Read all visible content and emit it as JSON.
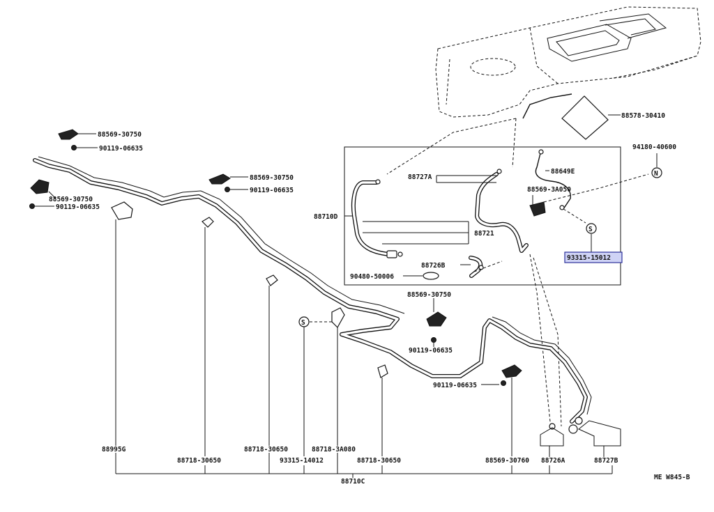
{
  "colors": {
    "line": "#111111",
    "highlight_fill": "#cfd3f5",
    "highlight_border": "#2a2f9a",
    "background": "#ffffff"
  },
  "labels": {
    "p88569_30750_a": "88569-30750",
    "p90119_06635_a": "90119-06635",
    "p88569_30750_b": "88569-30750",
    "p90119_06635_b": "90119-06635",
    "p88569_30750_c": "88569-30750",
    "p90119_06635_c": "90119-06635",
    "p88578_30410": "88578-30410",
    "p94180_40600": "94180-40600",
    "p88727A": "88727A",
    "p88649E": "88649E",
    "p88569_3A050": "88569-3A050",
    "p88710D": "88710D",
    "p88721": "88721",
    "p93315_15012": "93315-15012",
    "p88726B": "88726B",
    "p90480_50006": "90480-50006",
    "p88569_30750_d": "88569-30750",
    "p90119_06635_d": "90119-06635",
    "p90119_06635_e": "90119-06635",
    "p88995G": "88995G",
    "p88718_30650_a": "88718-30650",
    "p88718_30650_b": "88718-30650",
    "p93315_14012": "93315-14012",
    "p88718_3A080": "88718-3A080",
    "p88718_30650_c": "88718-30650",
    "p88569_30760": "88569-30760",
    "p88726A": "88726A",
    "p88727B": "88727B",
    "p88710C": "88710C",
    "diagram_code": "ME W845-B",
    "marker_N": "N",
    "marker_S1": "S",
    "marker_S2": "S"
  }
}
